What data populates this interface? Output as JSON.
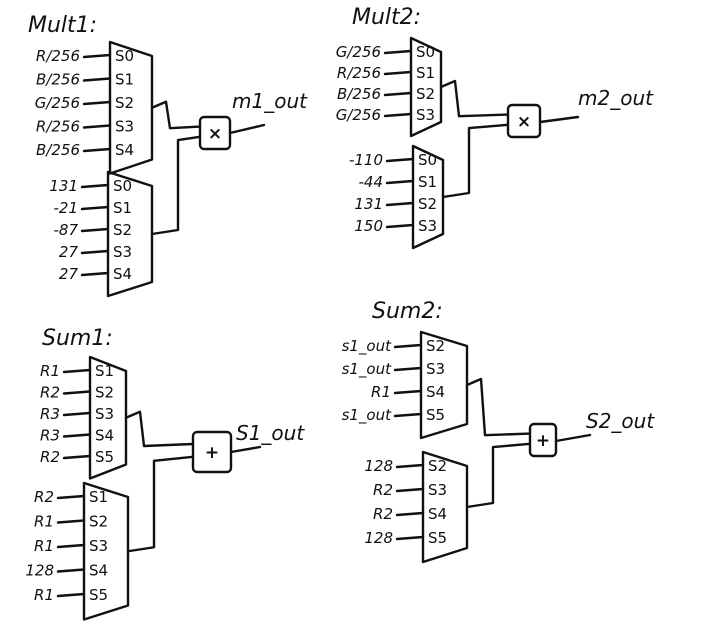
{
  "diagrams": [
    {
      "title": "Mult1:",
      "operator": "×",
      "output": "m1_out",
      "mux_top": {
        "inputs": [
          "R/256",
          "B/256",
          "G/256",
          "R/256",
          "B/256"
        ],
        "selects": [
          "S0",
          "S1",
          "S2",
          "S3",
          "S4"
        ]
      },
      "mux_bottom": {
        "inputs": [
          "131",
          "-21",
          "-87",
          "27",
          "27"
        ],
        "selects": [
          "S0",
          "S1",
          "S2",
          "S3",
          "S4"
        ]
      }
    },
    {
      "title": "Mult2:",
      "operator": "×",
      "output": "m2_out",
      "mux_top": {
        "inputs": [
          "G/256",
          "R/256",
          "B/256",
          "G/256"
        ],
        "selects": [
          "S0",
          "S1",
          "S2",
          "S3"
        ]
      },
      "mux_bottom": {
        "inputs": [
          "-110",
          "-44",
          "131",
          "150"
        ],
        "selects": [
          "S0",
          "S1",
          "S2",
          "S3"
        ]
      }
    },
    {
      "title": "Sum1:",
      "operator": "+",
      "output": "S1_out",
      "mux_top": {
        "inputs": [
          "R1",
          "R2",
          "R3",
          "R3",
          "R2"
        ],
        "selects": [
          "S1",
          "S2",
          "S3",
          "S4",
          "S5"
        ]
      },
      "mux_bottom": {
        "inputs": [
          "R2",
          "R1",
          "R1",
          "128",
          "R1"
        ],
        "selects": [
          "S1",
          "S2",
          "S3",
          "S4",
          "S5"
        ]
      }
    },
    {
      "title": "Sum2:",
      "operator": "+",
      "output": "S2_out",
      "mux_top": {
        "inputs": [
          "s1_out",
          "s1_out",
          "R1",
          "s1_out"
        ],
        "selects": [
          "S2",
          "S3",
          "S4",
          "S5"
        ]
      },
      "mux_bottom": {
        "inputs": [
          "128",
          "R2",
          "R2",
          "128"
        ],
        "selects": [
          "S2",
          "S3",
          "S4",
          "S5"
        ]
      }
    }
  ]
}
